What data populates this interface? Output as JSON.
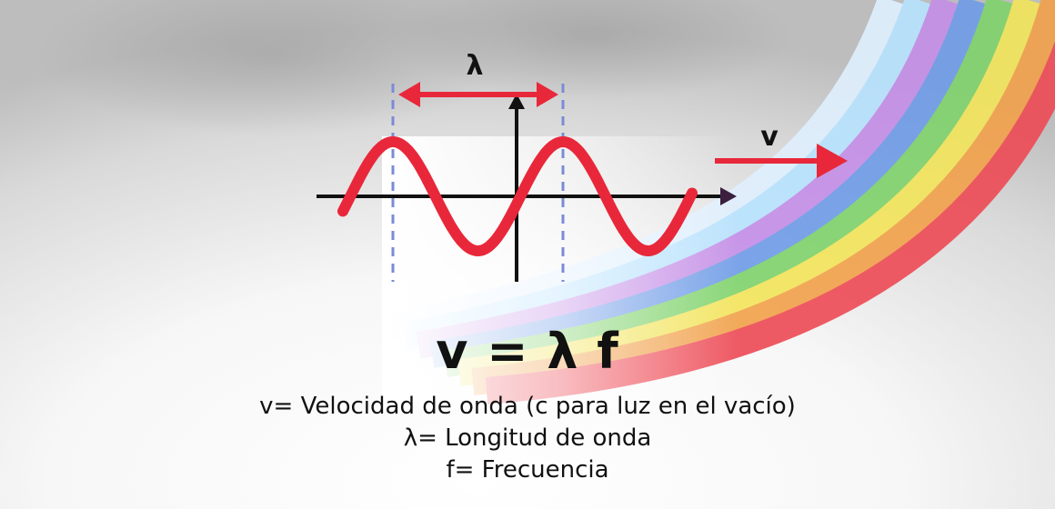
{
  "diagram": {
    "wavelength_label": "λ",
    "velocity_label": "v",
    "colors": {
      "wave": "#e8283a",
      "arrow": "#e8283a",
      "guide_lines": "#7a8bd6",
      "axes": "#111111"
    }
  },
  "formula": "v = λ f",
  "legend": [
    "v= Velocidad de onda (c para luz en el vacío)",
    "λ= Longitud de onda",
    "f= Frecuencia"
  ]
}
